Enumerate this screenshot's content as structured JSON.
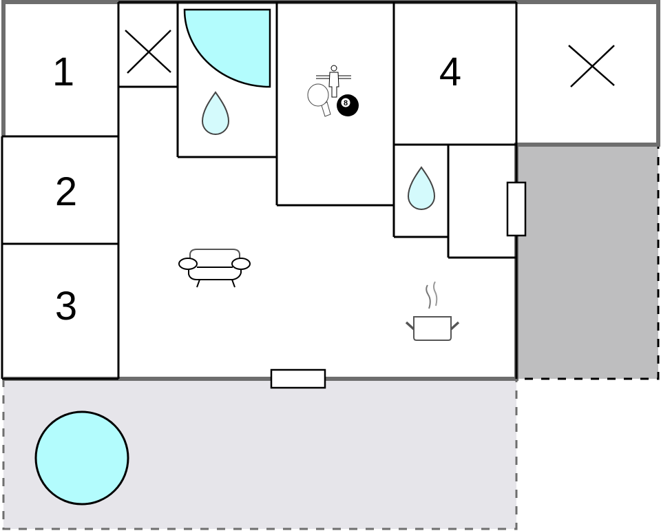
{
  "floorplan": {
    "colors": {
      "wall": "#000000",
      "outer_wall": "#6e6e6e",
      "water": "#b3fcfd",
      "drop": "#d4fafc",
      "terrace": "#e6e5ea",
      "covered_area": "#bebebf",
      "background": "#ffffff"
    },
    "rooms": [
      {
        "id": "bedroom-1",
        "label": "1"
      },
      {
        "id": "bedroom-2",
        "label": "2"
      },
      {
        "id": "bedroom-3",
        "label": "3"
      },
      {
        "id": "bedroom-4",
        "label": "4"
      }
    ],
    "icons": {
      "pool_ball_number": "8"
    }
  }
}
